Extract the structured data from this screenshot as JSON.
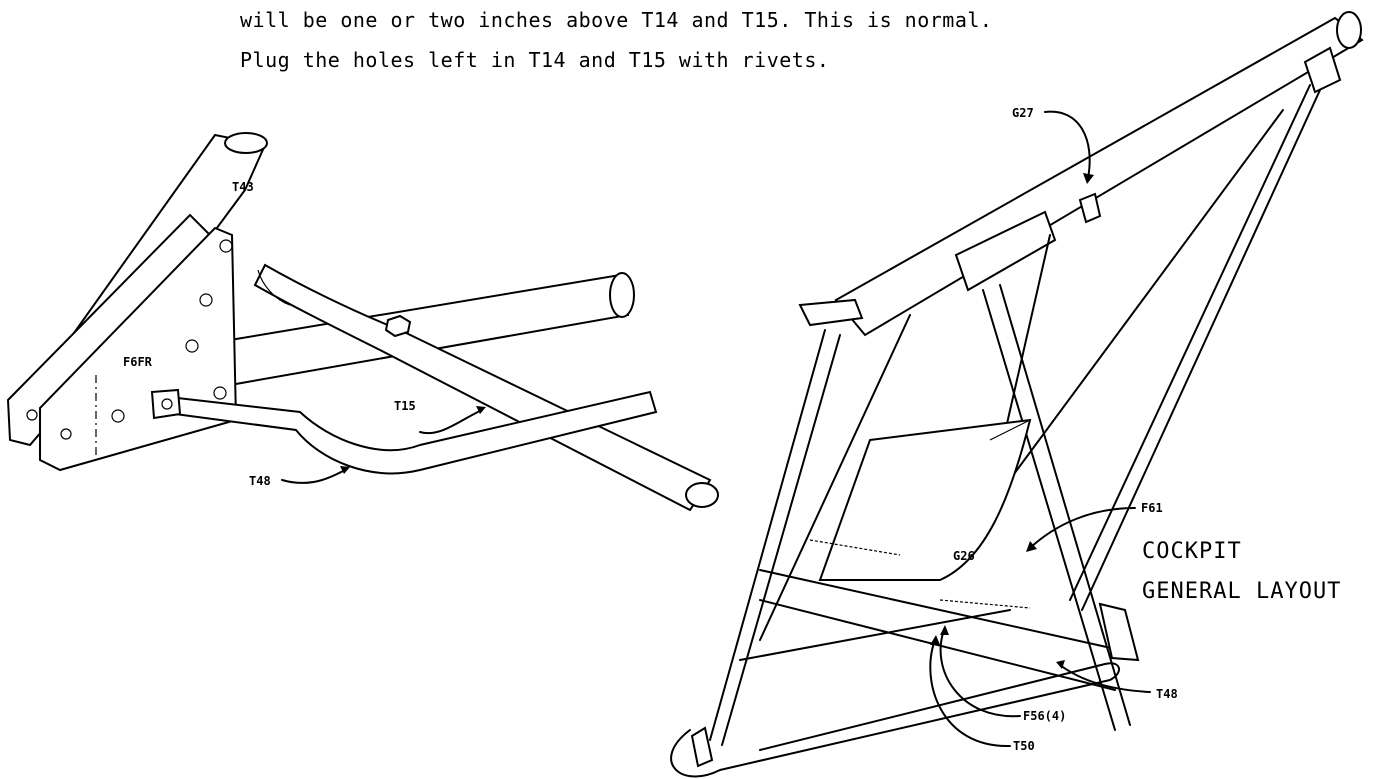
{
  "document": {
    "text_lines": [
      "will be one or two inches above T14 and T15.  This is normal.",
      "Plug the holes left in T14 and T15 with rivets."
    ]
  },
  "left_figure": {
    "labels": {
      "t43": "T43",
      "f6fr": "F6FR",
      "t15": "T15",
      "t48": "T48"
    }
  },
  "right_figure": {
    "labels": {
      "g27": "G27",
      "f61": "F61",
      "g26": "G26",
      "t48": "T48",
      "f56": "F56(4)",
      "t50": "T50"
    },
    "title_lines": [
      "COCKPIT",
      "GENERAL LAYOUT"
    ]
  }
}
